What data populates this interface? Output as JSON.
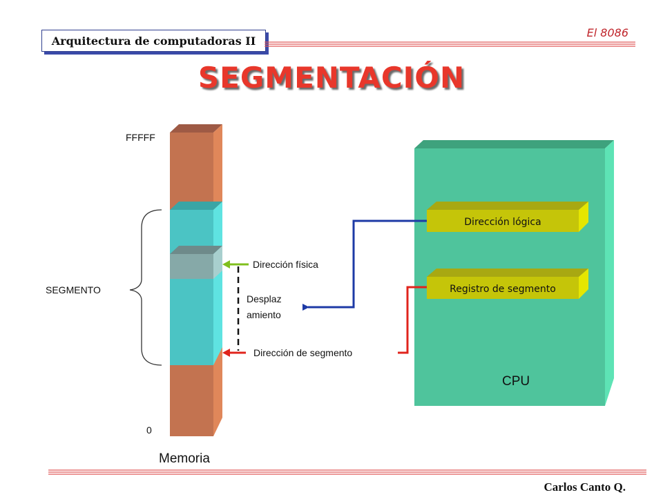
{
  "header": {
    "course": "Arquitectura de computadoras II",
    "topic": "El 8086"
  },
  "title": "SEGMENTACIÓN",
  "memory": {
    "top_address": "FFFFF",
    "bottom_address": "0",
    "label": "Memoria",
    "segment_label": "SEGMENTO"
  },
  "addresses": {
    "physical": "Dirección física",
    "offset_line1": "Desplaz",
    "offset_line2": "amiento",
    "segment": "Dirección de segmento"
  },
  "cpu": {
    "label": "CPU",
    "logical_address": "Dirección lógica",
    "segment_register": "Registro de segmento"
  },
  "footer": {
    "author": "Carlos  Canto Q."
  },
  "colors": {
    "memory_front": "#c37350",
    "memory_side": "#e0875a",
    "memory_top": "#9e5a45",
    "segment_front": "#4bc4c4",
    "segment_side": "#5fe3e1",
    "segment_top": "#3aa5a5",
    "physical_front": "#86a9a8",
    "physical_top": "#6e8a8a",
    "cpu_front": "#4fc49c",
    "cpu_side": "#5ee3b5",
    "cpu_top": "#3ea27d",
    "register_front": "#c5c509",
    "register_side": "#e6e600",
    "register_top": "#a8a812",
    "blue_line": "#1d3aa6",
    "red_line": "#e0241c",
    "green_arrow": "#7fbf1d",
    "footer_rule": "#e05a5a"
  }
}
